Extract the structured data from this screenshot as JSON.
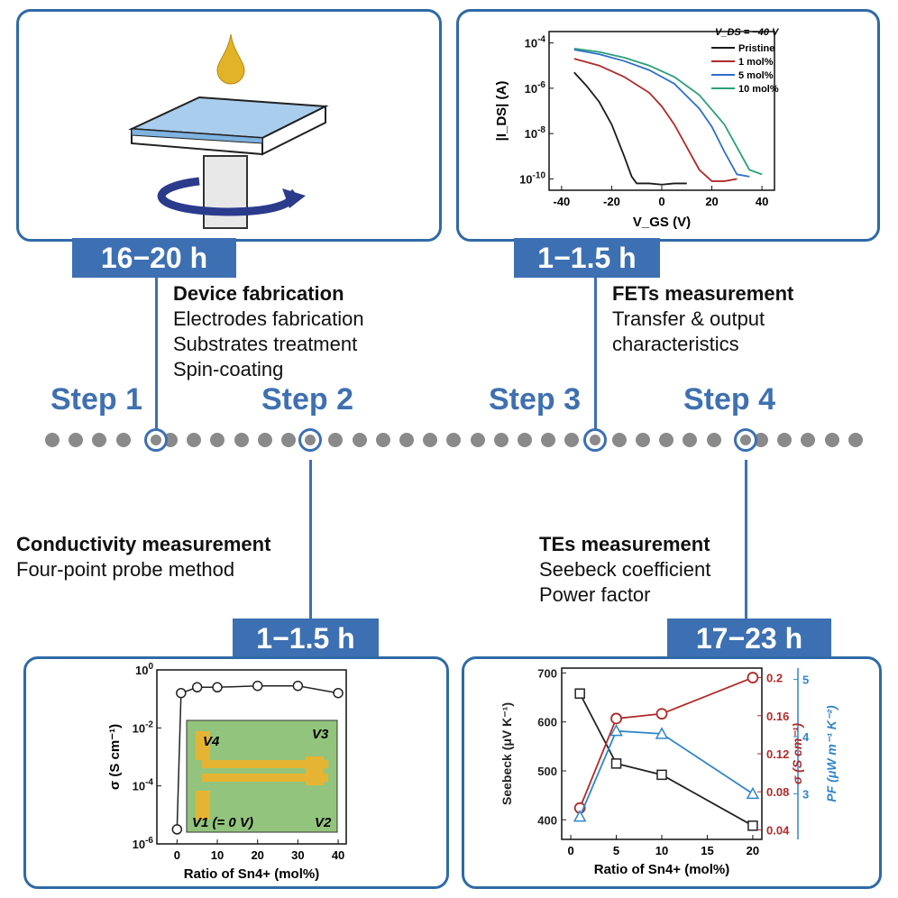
{
  "steps": {
    "step1": {
      "label": "Step 1",
      "time": "16−20 h",
      "title": "Device fabrication",
      "lines": [
        "Electrodes fabrication",
        "Substrates treatment",
        "Spin-coating"
      ]
    },
    "step2": {
      "label": "Step 2",
      "time": "1−1.5 h",
      "title": "Conductivity measurement",
      "lines": [
        "Four-point probe method"
      ]
    },
    "step3": {
      "label": "Step 3",
      "time": "1−1.5 h",
      "title": "FETs measurement",
      "lines": [
        "Transfer & output",
        "characteristics"
      ]
    },
    "step4": {
      "label": "Step 4",
      "time": "17−23 h",
      "title": "TEs measurement",
      "lines": [
        "Seebeck coefficient",
        "Power factor"
      ]
    }
  },
  "colors": {
    "accent": "#3d70b2",
    "dots": "#8a8a8a"
  },
  "chart_data": [
    {
      "id": "fet-transfer",
      "type": "line",
      "title": "",
      "annotation": "V_DS = −40 V",
      "xlabel": "V_GS (V)",
      "ylabel": "|I_DS| (A)",
      "xlim": [
        -45,
        45
      ],
      "ylim_log10": [
        -10.5,
        -3.5
      ],
      "yscale": "log",
      "xticks": [
        -40,
        -20,
        0,
        20,
        40
      ],
      "yticks": [
        "10^-4",
        "10^-6",
        "10^-8",
        "10^-10"
      ],
      "series": [
        {
          "name": "Pristine",
          "color": "#1a1a1a",
          "x": [
            -35,
            -30,
            -25,
            -20,
            -15,
            -12,
            -10,
            -8,
            -5,
            0,
            5,
            10
          ],
          "y_log10": [
            -5.3,
            -5.9,
            -6.6,
            -7.6,
            -9.0,
            -9.9,
            -10.2,
            -10.2,
            -10.2,
            -10.25,
            -10.2,
            -10.2
          ]
        },
        {
          "name": "1 mol%",
          "color": "#b22a2a",
          "x": [
            -35,
            -25,
            -15,
            -5,
            0,
            5,
            10,
            15,
            20,
            25,
            30
          ],
          "y_log10": [
            -4.7,
            -5.0,
            -5.5,
            -6.2,
            -6.8,
            -7.6,
            -8.6,
            -9.6,
            -10.1,
            -10.1,
            -10.0
          ]
        },
        {
          "name": "5 mol%",
          "color": "#2f6fc9",
          "x": [
            -35,
            -25,
            -15,
            -5,
            5,
            15,
            20,
            25,
            30,
            35
          ],
          "y_log10": [
            -4.3,
            -4.5,
            -4.8,
            -5.2,
            -5.8,
            -6.9,
            -7.7,
            -8.8,
            -9.8,
            -9.9
          ]
        },
        {
          "name": "10 mol%",
          "color": "#2aa07a",
          "x": [
            -35,
            -25,
            -15,
            -5,
            5,
            15,
            25,
            30,
            35,
            40
          ],
          "y_log10": [
            -4.25,
            -4.4,
            -4.65,
            -5.0,
            -5.5,
            -6.3,
            -7.6,
            -8.6,
            -9.6,
            -9.8
          ]
        }
      ]
    },
    {
      "id": "conductivity",
      "type": "line",
      "title": "",
      "xlabel": "Ratio of Sn4+ (mol%)",
      "ylabel": "σ (S cm⁻¹)",
      "xlim": [
        -5,
        42
      ],
      "ylim_log10": [
        -6,
        0
      ],
      "yscale": "log",
      "xticks": [
        0,
        10,
        20,
        30,
        40
      ],
      "yticks": [
        "10^0",
        "10^-2",
        "10^-4",
        "10^-6"
      ],
      "x": [
        0,
        1,
        5,
        10,
        20,
        30,
        40
      ],
      "y_log10": [
        -5.5,
        -0.8,
        -0.6,
        -0.6,
        -0.55,
        -0.55,
        -0.8
      ],
      "inset_labels": [
        "V4",
        "V3",
        "V1 (= 0 V)",
        "V2"
      ]
    },
    {
      "id": "thermoelectric",
      "type": "line",
      "title": "",
      "xlabel": "Ratio of Sn4+ (mol%)",
      "xlim": [
        -1,
        21
      ],
      "xticks": [
        0,
        5,
        10,
        15,
        20
      ],
      "series": [
        {
          "name": "Seebeck (μV K⁻¹)",
          "color": "#222222",
          "axis": "left",
          "ylim": [
            360,
            710
          ],
          "yticks": [
            400,
            500,
            600,
            700
          ],
          "x": [
            1,
            5,
            10,
            20
          ],
          "y": [
            658,
            515,
            492,
            388
          ]
        },
        {
          "name": "σ (S cm⁻¹)",
          "color": "#b22a2a",
          "axis": "right1",
          "ylim": [
            0.03,
            0.21
          ],
          "yticks": [
            0.04,
            0.08,
            0.12,
            0.16,
            0.2
          ],
          "x": [
            1,
            5,
            10,
            20
          ],
          "y": [
            0.063,
            0.157,
            0.162,
            0.2
          ]
        },
        {
          "name": "PF (μW m⁻¹ K⁻²)",
          "color": "#2f86c9",
          "axis": "right2",
          "ylim": [
            2.2,
            5.2
          ],
          "yticks": [
            3,
            4,
            5
          ],
          "x": [
            1,
            5,
            10,
            20
          ],
          "y": [
            2.6,
            4.1,
            4.05,
            3.0
          ]
        }
      ]
    }
  ]
}
